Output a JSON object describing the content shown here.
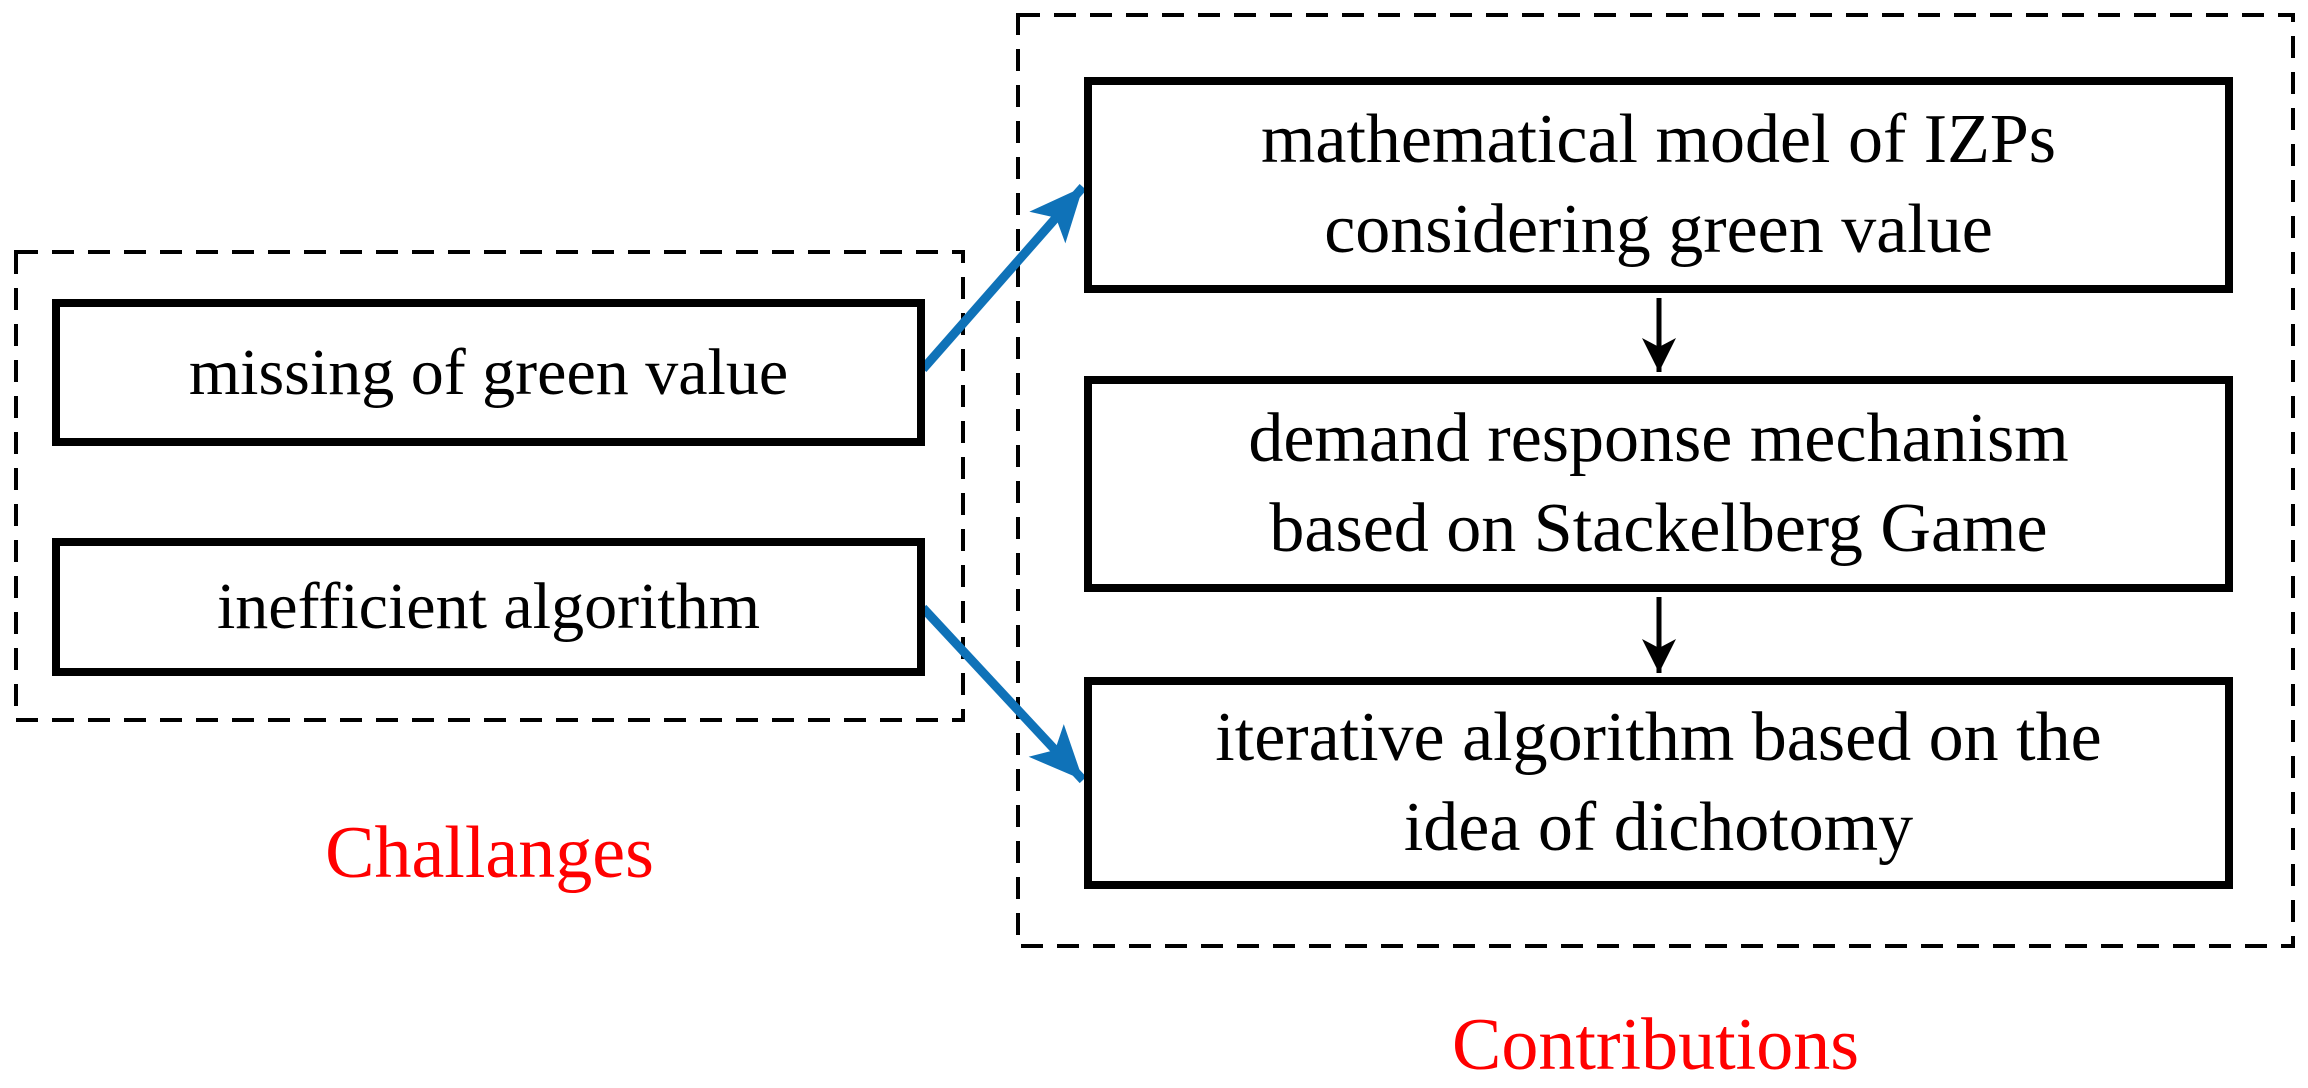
{
  "figure": {
    "challenges": {
      "label": "Challanges",
      "boxes": [
        {
          "lines": [
            "missing of green value"
          ]
        },
        {
          "lines": [
            "inefficient algorithm"
          ]
        }
      ]
    },
    "contributions": {
      "label": "Contributions",
      "boxes": [
        {
          "lines": [
            "mathematical model of IZPs",
            "considering green value"
          ]
        },
        {
          "lines": [
            "demand response mechanism",
            "based on Stackelberg Game"
          ]
        },
        {
          "lines": [
            "iterative algorithm based on the",
            "idea of dichotomy"
          ]
        }
      ]
    },
    "connections": [
      {
        "style": "blue-arrow",
        "from": "missing of green value",
        "to": "mathematical model of IZPs considering green value"
      },
      {
        "style": "blue-arrow",
        "from": "inefficient algorithm",
        "to": "iterative algorithm based on the idea of dichotomy"
      },
      {
        "style": "black-arrow",
        "from": "mathematical model of IZPs considering green value",
        "to": "demand response mechanism based on Stackelberg Game"
      },
      {
        "style": "black-arrow",
        "from": "demand response mechanism based on Stackelberg Game",
        "to": "iterative algorithm based on the idea of dichotomy"
      }
    ],
    "colors": {
      "arrow_blue": "#0f72b8",
      "arrow_black": "#000000",
      "label_red": "#ff0000",
      "box_border": "#000000",
      "background": "#ffffff"
    }
  }
}
